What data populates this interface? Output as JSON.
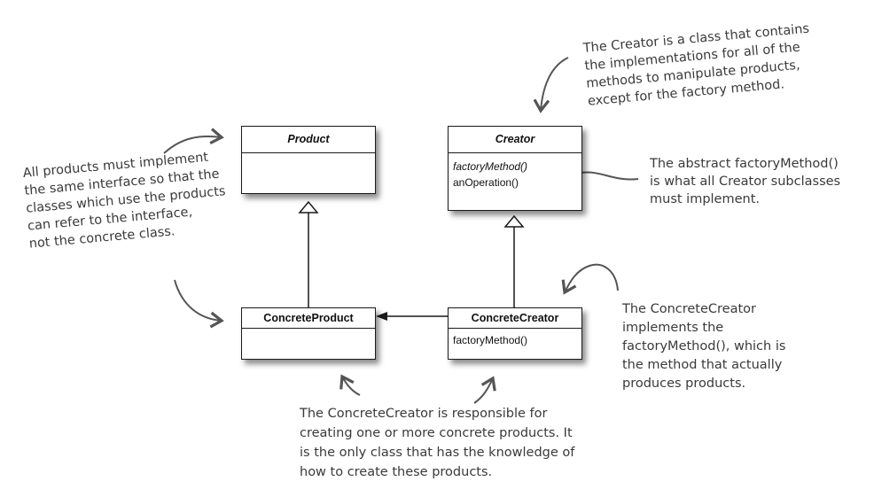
{
  "classes": {
    "product": {
      "name": "Product",
      "abstract": true,
      "members": []
    },
    "creator": {
      "name": "Creator",
      "abstract": true,
      "members": [
        {
          "text": "factoryMethod()",
          "italic": true
        },
        {
          "text": "anOperation()",
          "italic": false
        }
      ]
    },
    "concrete_product": {
      "name": "ConcreteProduct",
      "abstract": false,
      "members": []
    },
    "concrete_creator": {
      "name": "ConcreteCreator",
      "abstract": false,
      "members": [
        {
          "text": "factoryMethod()",
          "italic": false
        }
      ]
    }
  },
  "relations": [
    {
      "from": "ConcreteProduct",
      "to": "Product",
      "type": "inheritance"
    },
    {
      "from": "ConcreteCreator",
      "to": "Creator",
      "type": "inheritance"
    },
    {
      "from": "ConcreteCreator",
      "to": "ConcreteProduct",
      "type": "association"
    }
  ],
  "notes": {
    "products": {
      "lines": [
        "All products must implement",
        "the same interface so that the",
        "classes which use the products",
        "can refer to the interface,",
        "not the concrete class."
      ]
    },
    "creator": {
      "lines": [
        "The Creator is a class that contains",
        "the implementations for all of the",
        "methods to manipulate products,",
        "except for the factory method."
      ]
    },
    "factory_method": {
      "lines": [
        "The abstract factoryMethod()",
        "is what all Creator subclasses",
        "must implement."
      ]
    },
    "concrete_creator": {
      "lines": [
        "The ConcreteCreator",
        "implements the",
        "factoryMethod(), which is",
        "the method that actually",
        "produces products."
      ]
    },
    "responsibility": {
      "lines": [
        "The ConcreteCreator is responsible for",
        "creating one or more concrete products.  It",
        "is the only class that has the knowledge of",
        "how to create these products."
      ]
    }
  },
  "colors": {
    "line": "#1a1a1a",
    "annotation": "#555555",
    "note_text": "#3a3a3a"
  }
}
